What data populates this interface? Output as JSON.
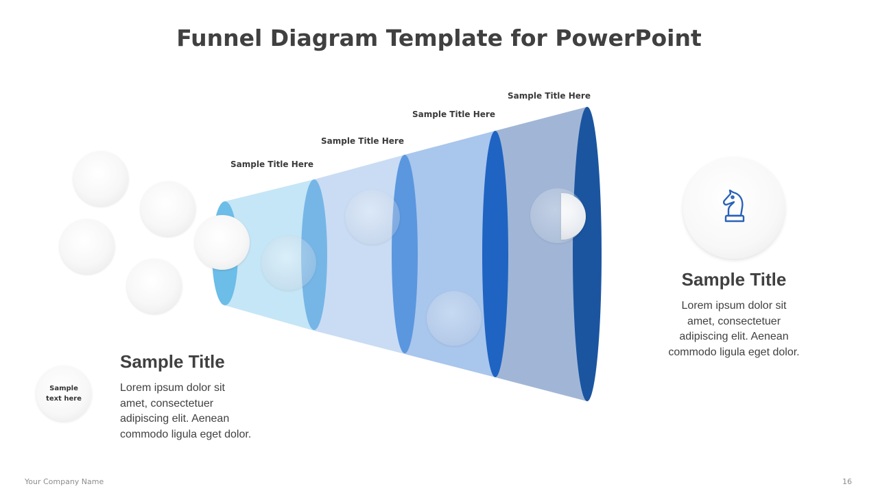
{
  "title": "Funnel Diagram Template for PowerPoint",
  "stages": [
    {
      "label": "Sample Title Here",
      "color": "#6cbde8",
      "body_color": "#c5e6f6"
    },
    {
      "label": "Sample Title Here",
      "color": "#76b6e7",
      "body_color": "#c9dcf4"
    },
    {
      "label": "Sample Title Here",
      "color": "#5b97df",
      "body_color": "#a9c6ec"
    },
    {
      "label": "Sample Title Here",
      "color": "#1f64c2",
      "body_color": "#a1b6d6"
    },
    {
      "color": "#1b55a0"
    }
  ],
  "right_block": {
    "icon": "chess-knight-icon",
    "icon_color": "#2a62b8",
    "title": "Sample Title",
    "body": [
      "Lorem ipsum dolor sit",
      "amet, consectetuer",
      "adipiscing elit. Aenean",
      "commodo ligula eget dolor."
    ]
  },
  "left_block": {
    "circle_text": [
      "Sample",
      "text here"
    ],
    "title": "Sample Title",
    "body": [
      "Lorem ipsum dolor sit",
      "amet, consectetuer",
      "adipiscing elit. Aenean",
      "commodo ligula eget dolor."
    ]
  },
  "footer": {
    "company": "Your Company  Name",
    "page": "16"
  }
}
